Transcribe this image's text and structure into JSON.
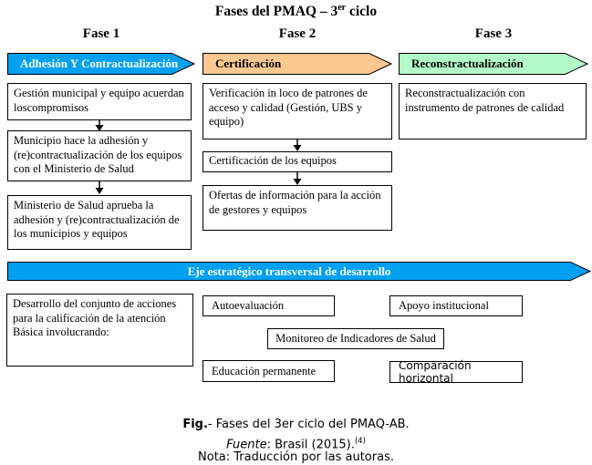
{
  "title": {
    "text": "Fases del PMAQ – 3",
    "superscript": "er",
    "tail": " ciclo"
  },
  "phase_headers": {
    "fase1": "Fase 1",
    "fase2": "Fase 2",
    "fase3": "Fase 3"
  },
  "colors": {
    "banner_blue": "#02A0F1",
    "banner_peach": "#FBC890",
    "banner_green": "#B2FAC8",
    "banner_text_light": "#FFFFFF",
    "banner_text_dark": "#000000",
    "box_border": "#000000"
  },
  "banners": {
    "adhesion": {
      "label": "Adhesión Y Contractualización",
      "fill": "#02A0F1"
    },
    "certificacion": {
      "label": "Certificación",
      "fill": "#FBC890"
    },
    "reconstractualizacion": {
      "label": "Reconstractualización",
      "fill": "#B2FAC8"
    },
    "eje": {
      "label": "Eje estratégico transversal de desarrollo",
      "fill": "#02A0F1"
    }
  },
  "fase1_boxes": {
    "box1": "Gestión municipal y equipo acuerdan loscompromisos",
    "box2": "Municipio hace la adhesión y (re)contractualización de los equipos con el Ministerio de Salud",
    "box3": "Ministerio de Salud aprueba la adhesión y (re)contractualización de los municipios y equipos"
  },
  "fase2_boxes": {
    "box1": "Verificación in loco de patrones de acceso y calidad (Gestión, UBS y equipo)",
    "box2": "Certificación de los equipos",
    "box3": "Ofertas de información para la acción de gestores y equipos"
  },
  "fase3_boxes": {
    "box1": "Reconstractualización con instrumento de patrones de calidad"
  },
  "eje_boxes": {
    "desarrollo": "Desarrollo del conjunto de acciones para la calificación de la atención Básica involucrando:",
    "autoevaluacion": "Autoevaluación",
    "apoyo": "Apoyo institucional",
    "monitoreo": "Monitoreo de Indicadores de Salud",
    "educacion": "Educación permanente",
    "comparacion": "Comparación horizontal"
  },
  "caption": {
    "fig_bold": "Fig.",
    "fig_rest": "- Fases del 3er ciclo del PMAQ-AB.",
    "fuente_italic": "Fuente",
    "fuente_rest": ": Brasil (2015).",
    "fuente_sup": "(4)",
    "nota": "Nota: Traducción por las autoras."
  }
}
